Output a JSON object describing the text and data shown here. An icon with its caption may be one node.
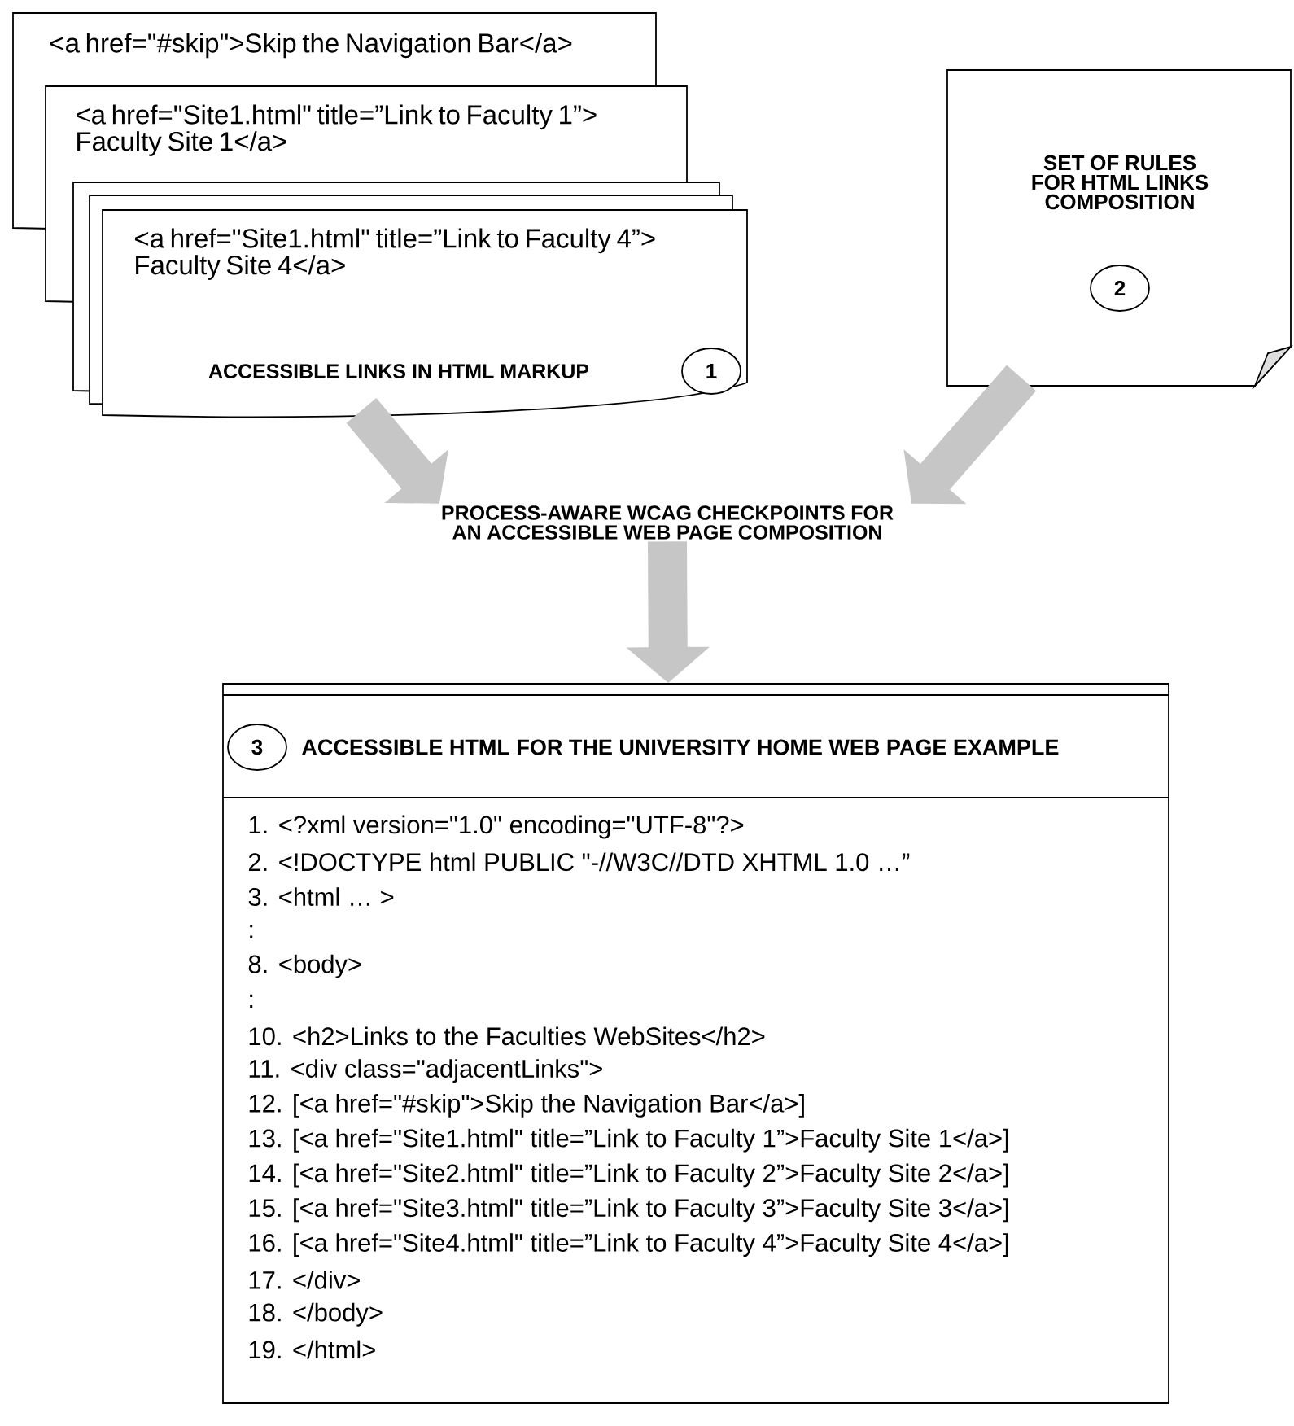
{
  "diagram": {
    "nodes": [
      {
        "text": [
          "<a href=\"#skip\">Skip the Navigation Bar</a>"
        ]
      },
      {
        "text": [
          "<a href=\"Site1.html\" title=”Link to Faculty 1”> Faculty Site 1</a>"
        ]
      },
      {
        "text": [],
        "shape": "box"
      },
      {
        "text": [],
        "shape": "box"
      },
      {
        "text": [
          "<a href=\"Site1.html\" title=”Link to Faculty 4”> Faculty Site 4</a>",
          "ACCESSIBLE LINKS IN HTML MARKUP"
        ]
      },
      {
        "text": [
          "1"
        ],
        "in": 4
      },
      {
        "text": [
          "SET OF RULES FOR HTML LINKS COMPOSITION"
        ]
      },
      {
        "text": [
          "2"
        ],
        "in": 6
      },
      {
        "text": [
          "PROCESS-AWARE WCAG CHECKPOINTS FOR AN ACCESSIBLE WEB PAGE COMPOSITION"
        ]
      },
      {
        "text": [
          "ACCESSIBLE HTML FOR THE UNIVERSITY HOME WEB PAGE EXAMPLE",
          "1. <?xml version=\"1.0\" encoding=\"UTF-8\"?>",
          "2. <!DOCTYPE html PUBLIC \"-//W3C//DTD XHTML 1.0 …”",
          "3. <html … >",
          ":",
          "8. <body>",
          ":",
          "10. <h2>Links to the Faculties WebSites</h2>",
          "11. <div class=\"adjacentLinks\">",
          "12. [<a href=\"#skip\">Skip the Navigation Bar</a>]",
          "13. [<a href=\"Site1.html\" title=”Link to Faculty 1”>Faculty Site 1</a>]",
          "14. [<a href=\"Site2.html\" title=”Link to Faculty 2”>Faculty Site 2</a>]",
          "15. [<a href=\"Site3.html\" title=”Link to Faculty 3”>Faculty Site 3</a>]",
          "16. [<a href=\"Site4.html\" title=”Link to Faculty 4”>Faculty Site 4</a>]",
          "17. </div>",
          "18. </body>",
          "19. </html>"
        ]
      },
      {
        "text": [
          "3"
        ],
        "in": 9
      }
    ],
    "edges": [
      {
        "from": 4,
        "to": 8,
        "arrow": "to"
      },
      {
        "from": 6,
        "to": 8,
        "arrow": "to"
      },
      {
        "from": 8,
        "to": 9,
        "arrow": "to"
      }
    ]
  }
}
